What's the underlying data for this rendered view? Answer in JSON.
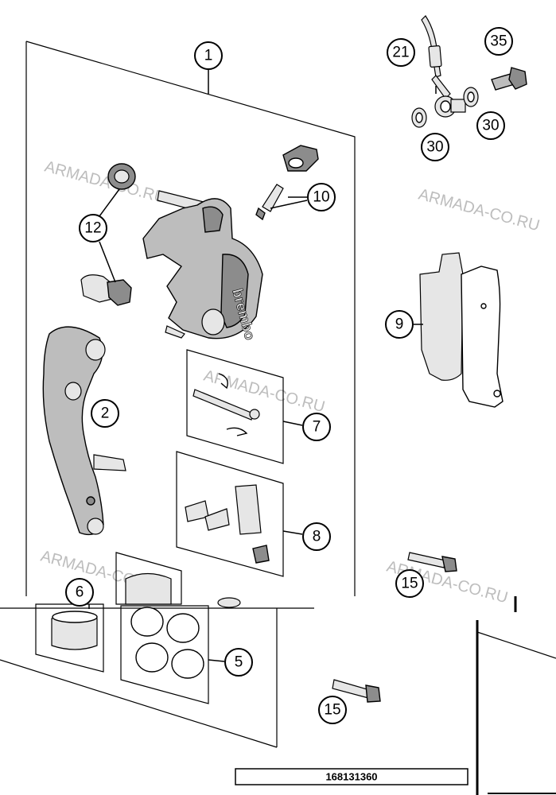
{
  "callouts": {
    "c1": "1",
    "c2": "2",
    "c5": "5",
    "c6": "6",
    "c7": "7",
    "c8": "8",
    "c9": "9",
    "c10": "10",
    "c12": "12",
    "c15a": "15",
    "c15b": "15",
    "c21": "21",
    "c30a": "30",
    "c30b": "30",
    "c35": "35"
  },
  "caliper_brand": "brembo",
  "watermark": "ARMADA-CO.RU",
  "drawing_number": "168131360"
}
